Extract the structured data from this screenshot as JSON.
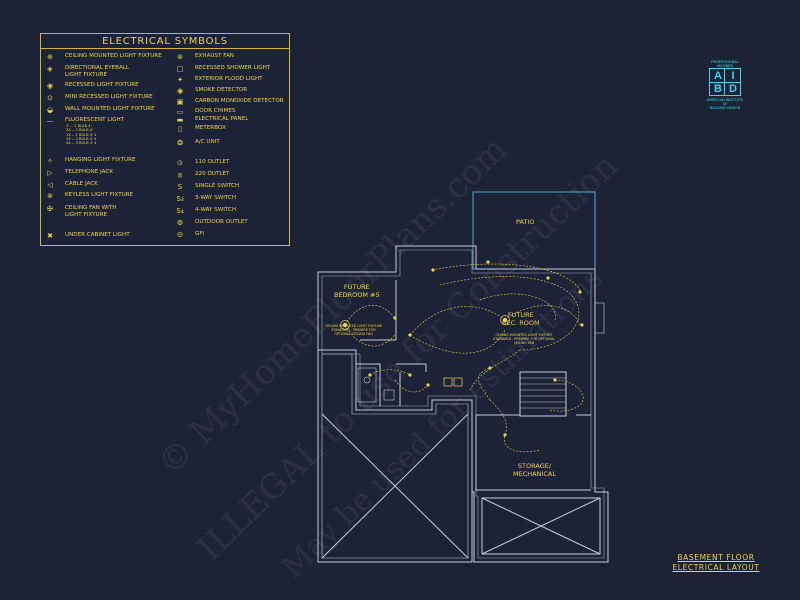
{
  "legend": {
    "title": "ELECTRICAL SYMBOLS",
    "left_items": [
      {
        "label": "CEILING MOUNTED LIGHT FIXTURE",
        "icon": "ceiling-light-icon"
      },
      {
        "label": "DIRECTIONAL EYEBALL\nLIGHT FIXTURE",
        "icon": "eyeball-light-icon"
      },
      {
        "label": "RECESSED LIGHT FIXTURE",
        "icon": "recessed-light-icon"
      },
      {
        "label": "MINI RECESSED LIGHT FIXTURE",
        "icon": "mini-recessed-light-icon"
      },
      {
        "label": "WALL MOUNTED LIGHT FIXTURE",
        "icon": "wall-light-icon"
      },
      {
        "label": "FLUORESCENT LIGHT",
        "icon": "fluorescent-light-icon"
      },
      {
        "label": "HANGING LIGHT FIXTURE",
        "icon": "hanging-light-icon"
      },
      {
        "label": "TELEPHONE JACK",
        "icon": "telephone-jack-icon"
      },
      {
        "label": "CABLE JACK",
        "icon": "cable-jack-icon"
      },
      {
        "label": "KEYLESS LIGHT FIXTURE",
        "icon": "keyless-light-icon"
      },
      {
        "label": "CEILING FAN WITH\nLIGHT FIXTURE",
        "icon": "ceiling-fan-icon"
      },
      {
        "label": "UNDER CABINET LIGHT",
        "icon": "under-cabinet-light-icon"
      }
    ],
    "fluorescent_sub": "2' -- 1 BULB 4'\n2X -- 2 BULB 4'\n1X -- 1 BULB 4' 4\n2X -- 2 BULB 4' 4\n4X -- 4 BULB 4' 4",
    "right_items": [
      {
        "label": "EXHAUST FAN",
        "icon": "exhaust-fan-icon"
      },
      {
        "label": "RECESSED SHOWER LIGHT",
        "icon": "shower-light-icon"
      },
      {
        "label": "EXTERIOR FLOOD LIGHT",
        "icon": "flood-light-icon"
      },
      {
        "label": "SMOKE DETECTOR",
        "icon": "smoke-detector-icon"
      },
      {
        "label": "CARBON MONOXIDE DETECTOR",
        "icon": "co-detector-icon"
      },
      {
        "label": "DOOR CHIMES",
        "icon": "door-chimes-icon"
      },
      {
        "label": "ELECTRICAL PANEL",
        "icon": "electrical-panel-icon"
      },
      {
        "label": "METERBOX",
        "icon": "meterbox-icon"
      },
      {
        "label": "A/C UNIT",
        "icon": "ac-unit-icon"
      },
      {
        "label": "110 OUTLET",
        "icon": "outlet-110-icon"
      },
      {
        "label": "220 OUTLET",
        "icon": "outlet-220-icon"
      },
      {
        "label": "SINGLE SWITCH",
        "icon": "single-switch-icon"
      },
      {
        "label": "3-WAY SWITCH",
        "icon": "three-way-switch-icon"
      },
      {
        "label": "4-WAY SWITCH",
        "icon": "four-way-switch-icon"
      },
      {
        "label": "OUTDOOR OUTLET",
        "icon": "outdoor-outlet-icon"
      },
      {
        "label": "GFI",
        "icon": "gfi-icon"
      }
    ]
  },
  "plan": {
    "rooms": {
      "patio": "PATIO",
      "bedroom": "FUTURE\nBEDROOM #5",
      "rec_room": "FUTURE\nREC. ROOM",
      "storage": "STORAGE/\nMECHANICAL"
    },
    "notes": {
      "bedroom": "CEILING MOUNTED LIGHT FIXTURE\nSTANDARD - PREWIRE FOR\nOPTIONAL CEILING FAN",
      "rec_room": "CEILING MOUNTED LIGHT FIXTURE\nSTANDARD - PREWIRE FOR OPTIONAL\nCEILING FAN"
    }
  },
  "title_block": {
    "line1": "BASEMENT FLOOR",
    "line2": "ELECTRICAL LAYOUT"
  },
  "logo": {
    "top_text": "PROFESSIONAL\nMEMBER",
    "letters": [
      "A",
      "I",
      "B",
      "D"
    ],
    "bottom_text": "AMERICAN INSTITUTE\nOF\nBUILDING DESIGN"
  },
  "watermark": {
    "line1": "© MyHomeFloorPlans.com",
    "line2": "ILLEGAL to use for Construction",
    "line3": "May be used for estimations"
  },
  "colors": {
    "background": "#1e2236",
    "wall": "#c6cbe0",
    "electrical": "#e8d44a",
    "patio": "#5ab8d8",
    "logo": "#3fd6e8"
  }
}
